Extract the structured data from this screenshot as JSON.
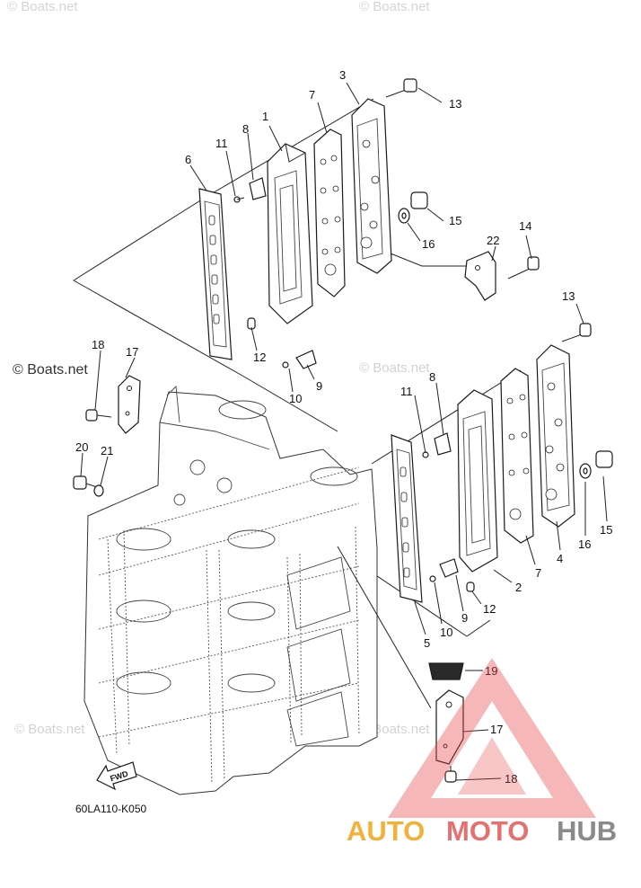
{
  "watermarks": {
    "site": "© Boats.net"
  },
  "callouts": {
    "c1": "1",
    "c2": "2",
    "c3": "3",
    "c4": "4",
    "c5": "5",
    "c6": "6",
    "c7a": "7",
    "c7b": "7",
    "c8a": "8",
    "c8b": "8",
    "c9a": "9",
    "c9b": "9",
    "c10a": "10",
    "c10b": "10",
    "c11a": "11",
    "c11b": "11",
    "c12a": "12",
    "c12b": "12",
    "c13a": "13",
    "c13b": "13",
    "c14": "14",
    "c15a": "15",
    "c15b": "15",
    "c16a": "16",
    "c16b": "16",
    "c17a": "17",
    "c17b": "17",
    "c18a": "18",
    "c18b": "18",
    "c19": "19",
    "c20": "20",
    "c21": "21",
    "c22": "22"
  },
  "diagram_code": "60LA110-K050",
  "fwd_label": "FWD",
  "brand": {
    "part1": "AUTO",
    "part2": "MOTO",
    "part3": "HUB",
    "colors": {
      "part1": "#f2b23a",
      "part2": "#e66f6f",
      "part3": "#8a8a8a",
      "triangle": "#e64444"
    }
  }
}
